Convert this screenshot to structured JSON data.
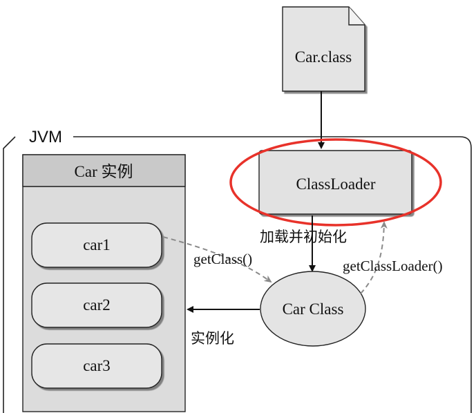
{
  "diagram": {
    "file_label": "Car.class",
    "jvm_label": "JVM",
    "classloader_label": "ClassLoader",
    "instances_title": "Car 实例",
    "instances": [
      "car1",
      "car2",
      "car3"
    ],
    "car_class_label": "Car Class",
    "load_edge_label": "加载并初始化",
    "get_class_label": "getClass()",
    "get_classloader_label": "getClassLoader()",
    "instantiate_label": "实例化",
    "highlight_color": "#e8322a"
  }
}
